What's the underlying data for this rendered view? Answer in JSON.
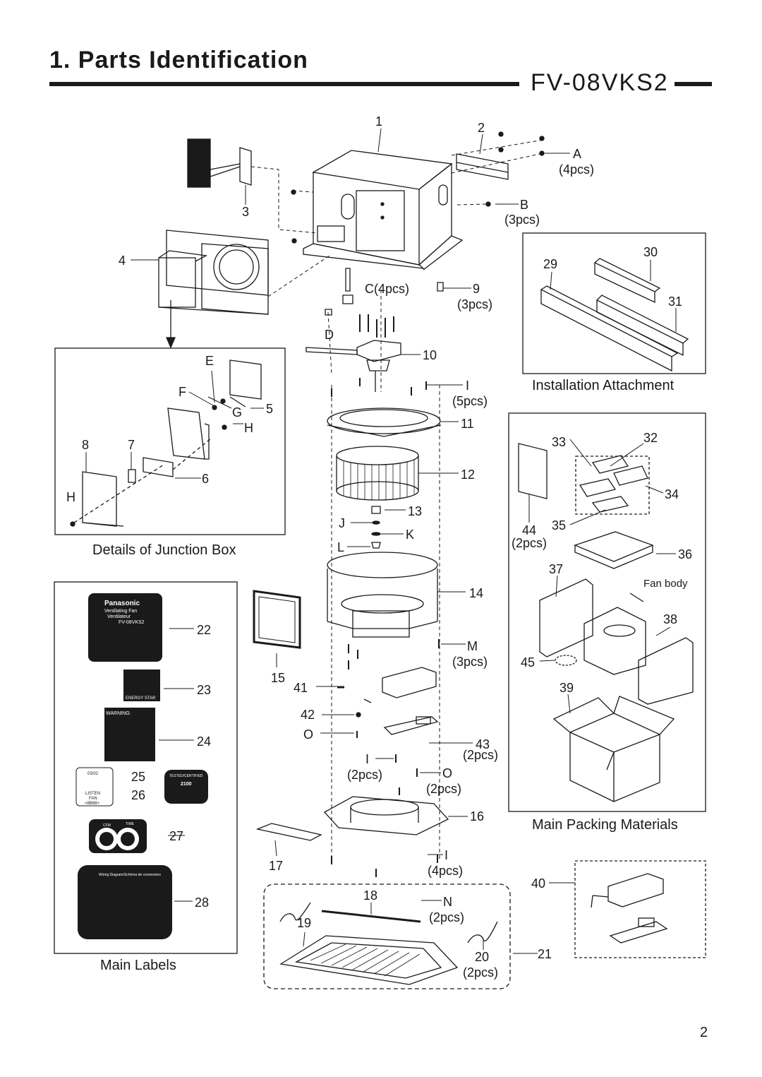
{
  "header": {
    "title": "1. Parts Identification",
    "model": "FV-08VKS2"
  },
  "page_number": "2",
  "captions": {
    "junction_box": "Details of Junction Box",
    "main_labels": "Main Labels",
    "installation": "Installation Attachment",
    "packing": "Main Packing Materials",
    "fan_body": "Fan body"
  },
  "callouts": {
    "n1": "1",
    "n2": "2",
    "n3": "3",
    "n4": "4",
    "n5": "5",
    "n6": "6",
    "n7": "7",
    "n8": "8",
    "n9": "9",
    "n10": "10",
    "n11": "11",
    "n12": "12",
    "n13": "13",
    "n14": "14",
    "n15": "15",
    "n16": "16",
    "n17": "17",
    "n18": "18",
    "n19": "19",
    "n20": "20",
    "n21": "21",
    "n22": "22",
    "n23": "23",
    "n24": "24",
    "n25": "25",
    "n26": "26",
    "n27": "27",
    "n28": "28",
    "n29": "29",
    "n30": "30",
    "n31": "31",
    "n32": "32",
    "n33": "33",
    "n34": "34",
    "n35": "35",
    "n36": "36",
    "n37": "37",
    "n38": "38",
    "n39": "39",
    "n40": "40",
    "n41": "41",
    "n42": "42",
    "n43": "43",
    "n44": "44",
    "n45": "45",
    "A": "A",
    "A_qty": "(4pcs)",
    "B": "B",
    "B_qty": "(3pcs)",
    "C": "C(4pcs)",
    "D": "D",
    "n9_qty": "(3pcs)",
    "E": "E",
    "F": "F",
    "G": "G",
    "H": "H",
    "I": "I",
    "I_qty5": "(5pcs)",
    "I_qty2": "(2pcs)",
    "I_qty4": "(4pcs)",
    "J": "J",
    "K": "K",
    "L": "L",
    "M": "M",
    "M_qty": "(3pcs)",
    "N": "N",
    "N_qty": "(2pcs)",
    "O": "O",
    "O_qty": "(2pcs)",
    "n43_qty": "(2pcs)",
    "n44_qty": "(2pcs)",
    "n20_qty": "(2pcs)"
  },
  "labels": {
    "panasonic": "Panasonic",
    "vent_fan": "Ventilating Fan",
    "ventilateur": "Ventilateur",
    "label_model": "FV-08VKS2",
    "energy_star": "ENERGY STAR",
    "warning": "WARNING:",
    "date_code": "03/02",
    "listen": "LISTEN",
    "fan": "FAN",
    "code": "<8B68>",
    "tested": "TESTED/CERTIFIED",
    "hvi_num": "2100",
    "cfm": "CFM",
    "time": "TIME",
    "wiring": "Wiring Diagram/Schéma de connexions"
  },
  "colors": {
    "ink": "#1a1a1a",
    "label_bg": "#1a1a1a",
    "paper": "#ffffff"
  }
}
